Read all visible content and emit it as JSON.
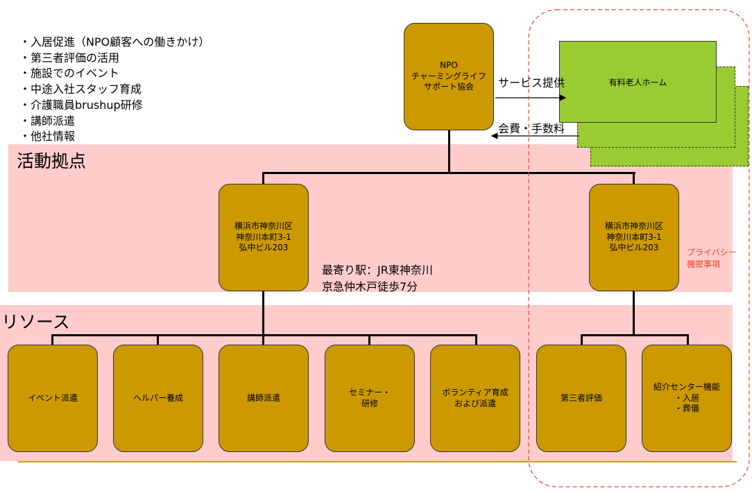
{
  "bullets": [
    "・入居促進（NPO顧客への働きかけ）",
    "・第三者評価の活用",
    "・施設でのイベント",
    "・中途入社スタッフ育成",
    "・介護職員brushup研修",
    "・講師派遣",
    "・他社情報"
  ],
  "bands": {
    "activity": "活動拠点",
    "resources": "リソース"
  },
  "top_node": "NPO\nチャーミングライフ\nサポート協会",
  "external": {
    "label": "有料老人ホーム",
    "service_arrow": "サービス提供",
    "fee_arrow": "会費・手数料"
  },
  "bases": {
    "left": "横浜市神奈川区\n神奈川本町3-1\n弘中ビル203",
    "right": "横浜市神奈川区\n神奈川本町3-1\n弘中ビル203"
  },
  "station": {
    "line1": "最寄り駅：JR東神奈川",
    "line2": "京急仲木戸徒歩7分"
  },
  "privacy_note": "プライバシー\n機密事項",
  "resources": [
    "イベント派遣",
    "ヘルパー養成",
    "講師派遣",
    "セミナー・\n研修",
    "ボランティア育成\nおよび派遣",
    "第三者評価",
    "紹介センター機能\n・入居\n・葬儀"
  ],
  "colors": {
    "node_fill": "#cc9900",
    "band_fill": "#ffcccc",
    "external_fill": "#99cc33",
    "privacy_outline": "#e8452a"
  }
}
